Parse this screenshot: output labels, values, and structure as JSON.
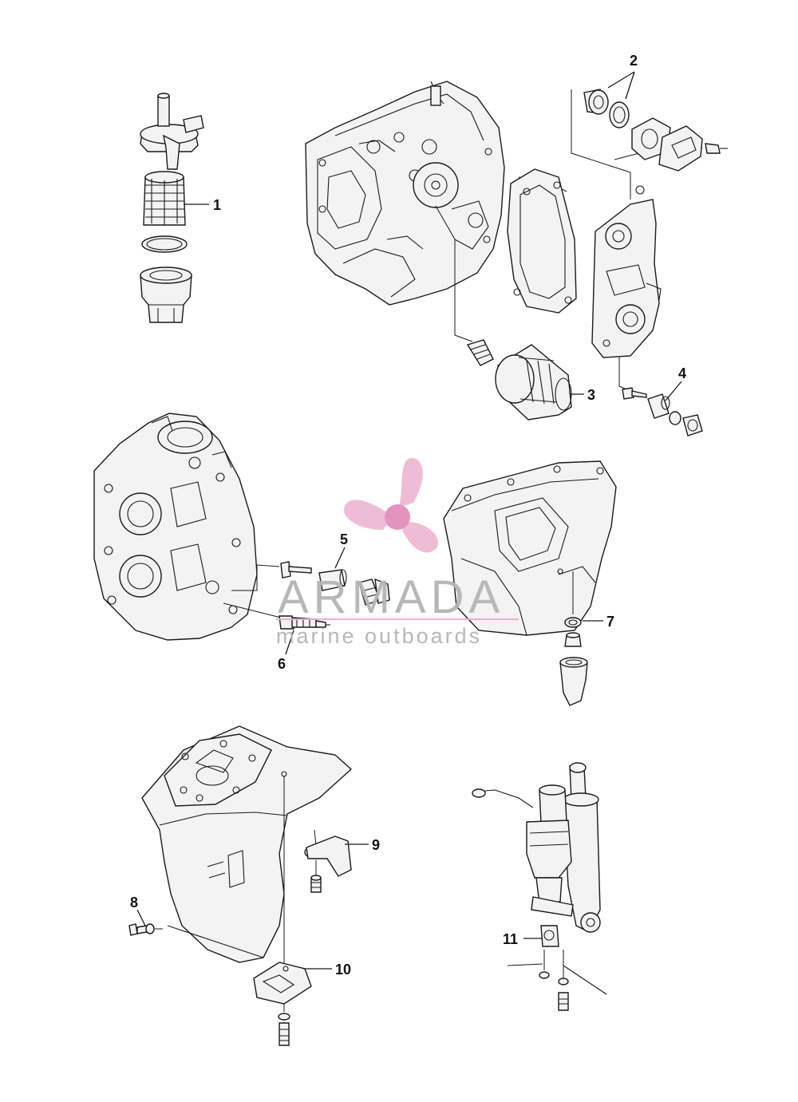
{
  "callouts": [
    {
      "id": "1",
      "label": "1"
    },
    {
      "id": "2",
      "label": "2"
    },
    {
      "id": "3",
      "label": "3"
    },
    {
      "id": "4",
      "label": "4"
    },
    {
      "id": "5",
      "label": "5"
    },
    {
      "id": "6",
      "label": "6"
    },
    {
      "id": "7",
      "label": "7"
    },
    {
      "id": "8",
      "label": "8"
    },
    {
      "id": "9",
      "label": "9"
    },
    {
      "id": "10",
      "label": "10"
    },
    {
      "id": "11",
      "label": "11"
    }
  ],
  "watermark": {
    "brand": "ARMADA",
    "tagline": "marine outboards",
    "accent_color": "#e8a0c4",
    "text_color": "#b5b5b5"
  }
}
